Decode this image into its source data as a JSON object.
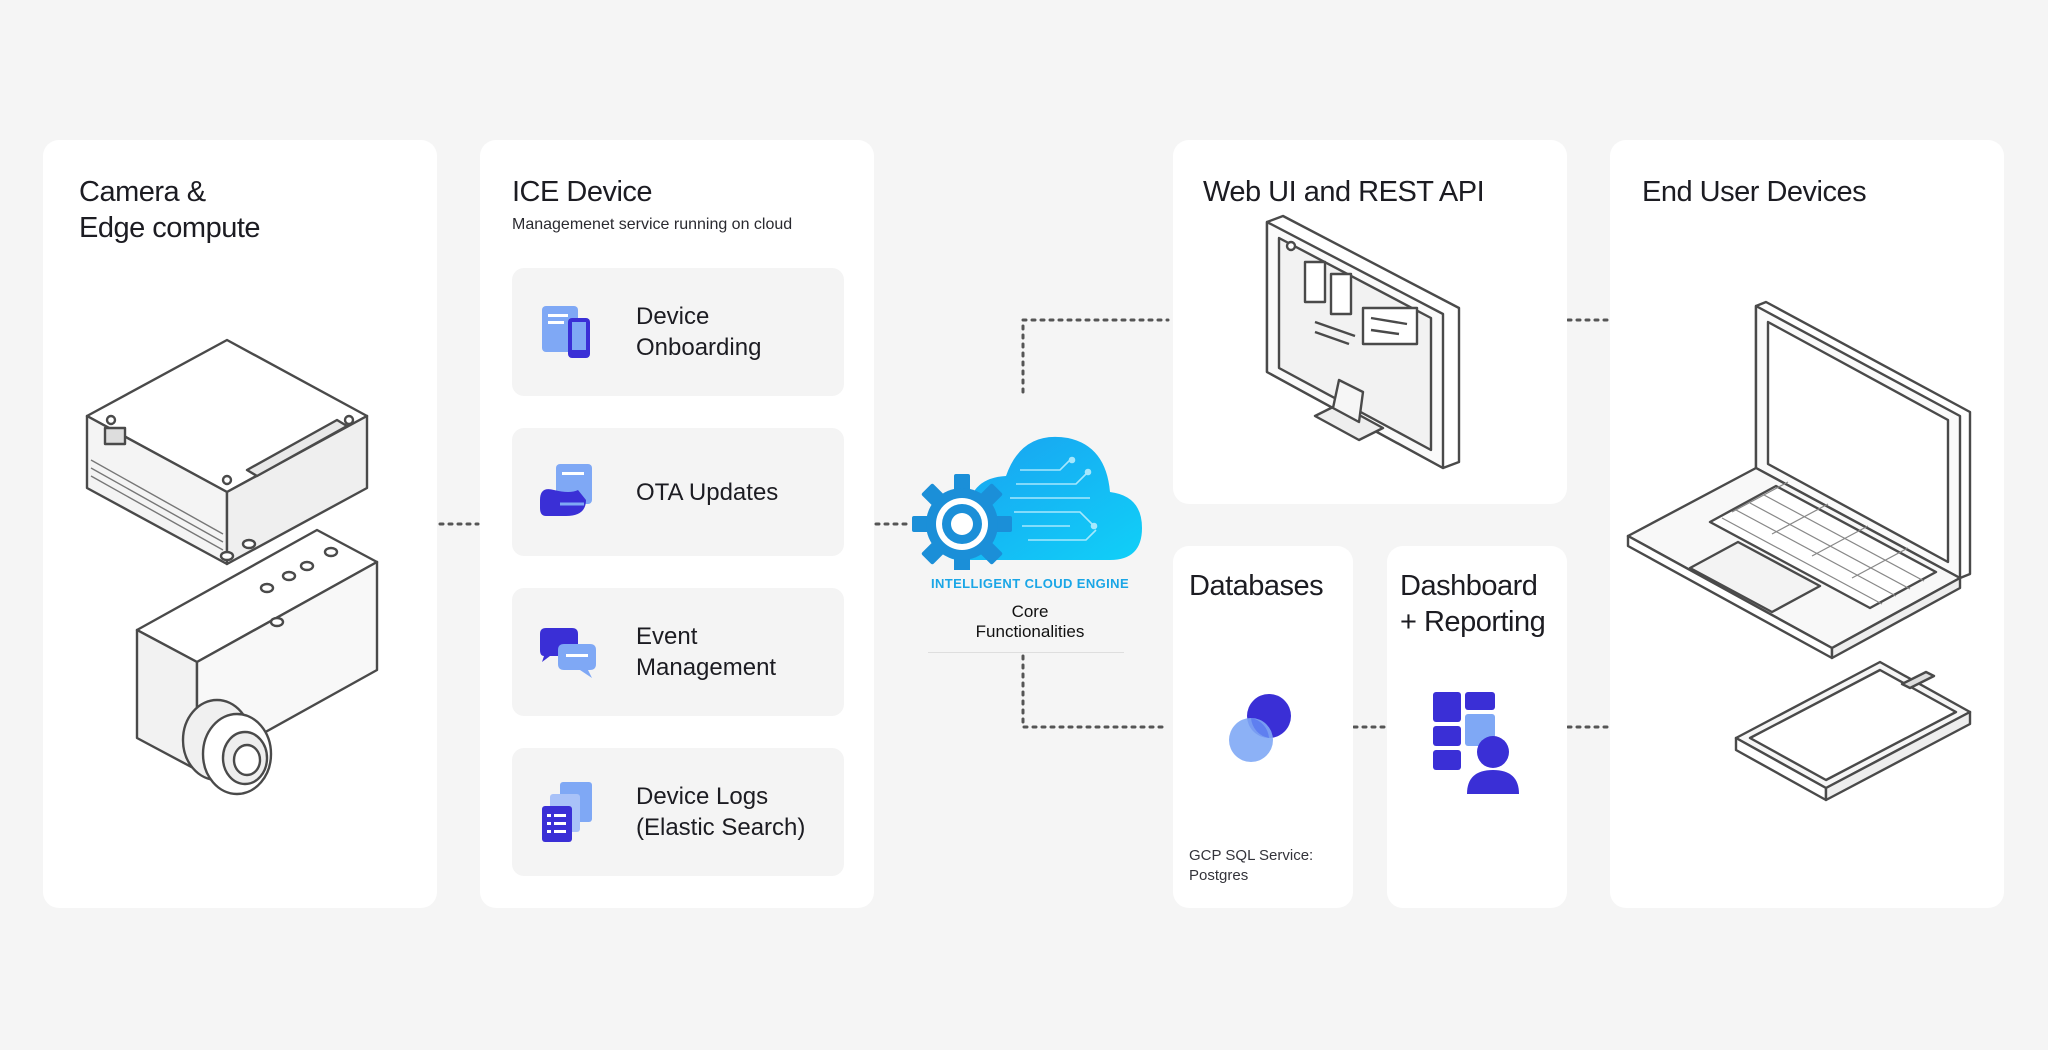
{
  "panels": {
    "camera": {
      "title": "Camera &\nEdge compute"
    },
    "ice": {
      "title": "ICE Device",
      "subtitle": "Managemenet service running on cloud",
      "features": [
        {
          "label": "Device\nOnboarding",
          "icon": "device-onboarding-icon"
        },
        {
          "label": "OTA Updates",
          "icon": "ota-updates-icon"
        },
        {
          "label": "Event\nManagement",
          "icon": "event-management-icon"
        },
        {
          "label": "Device Logs\n(Elastic Search)",
          "icon": "device-logs-icon"
        }
      ]
    },
    "engine": {
      "label": "INTELLIGENT CLOUD ENGINE",
      "sub": "Core\nFunctionalities"
    },
    "webui": {
      "title": "Web UI and REST API"
    },
    "databases": {
      "title": "Databases",
      "note": "GCP SQL Service:\nPostgres"
    },
    "dashboard": {
      "title": "Dashboard\n+ Reporting"
    },
    "enduser": {
      "title": "End User Devices"
    }
  },
  "colors": {
    "background": "#f5f5f5",
    "panel": "#ffffff",
    "feature_bg": "#f4f4f4",
    "accent_dark": "#3a2fd6",
    "accent_light": "#7fa8f5",
    "cloud": "#12b8f0",
    "engine_text": "#1aa6e6"
  }
}
